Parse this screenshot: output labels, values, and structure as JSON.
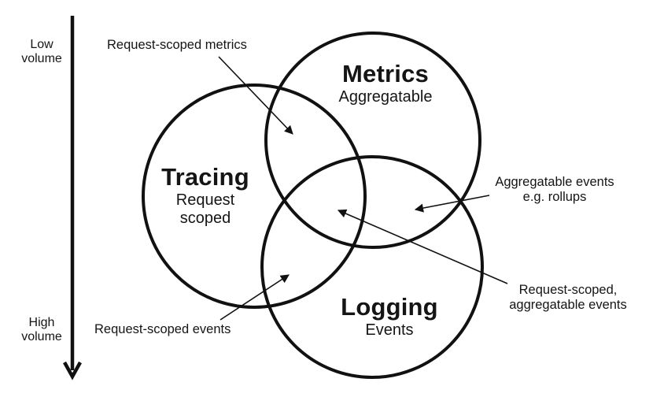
{
  "axis": {
    "low_label_line1": "Low",
    "low_label_line2": "volume",
    "high_label_line1": "High",
    "high_label_line2": "volume"
  },
  "circles": {
    "metrics": {
      "title": "Metrics",
      "subtitle": "Aggregatable"
    },
    "tracing": {
      "title": "Tracing",
      "subtitle_line1": "Request",
      "subtitle_line2": "scoped"
    },
    "logging": {
      "title": "Logging",
      "subtitle": "Events"
    }
  },
  "annotations": {
    "request_scoped_metrics": "Request-scoped metrics",
    "aggregatable_events_line1": "Aggregatable events",
    "aggregatable_events_line2": "e.g. rollups",
    "request_scoped_events": "Request-scoped events",
    "request_scoped_aggregatable_line1": "Request-scoped,",
    "request_scoped_aggregatable_line2": "aggregatable events"
  },
  "colors": {
    "stroke": "#111111",
    "background": "#ffffff",
    "page_border": "#f2f2f2"
  }
}
